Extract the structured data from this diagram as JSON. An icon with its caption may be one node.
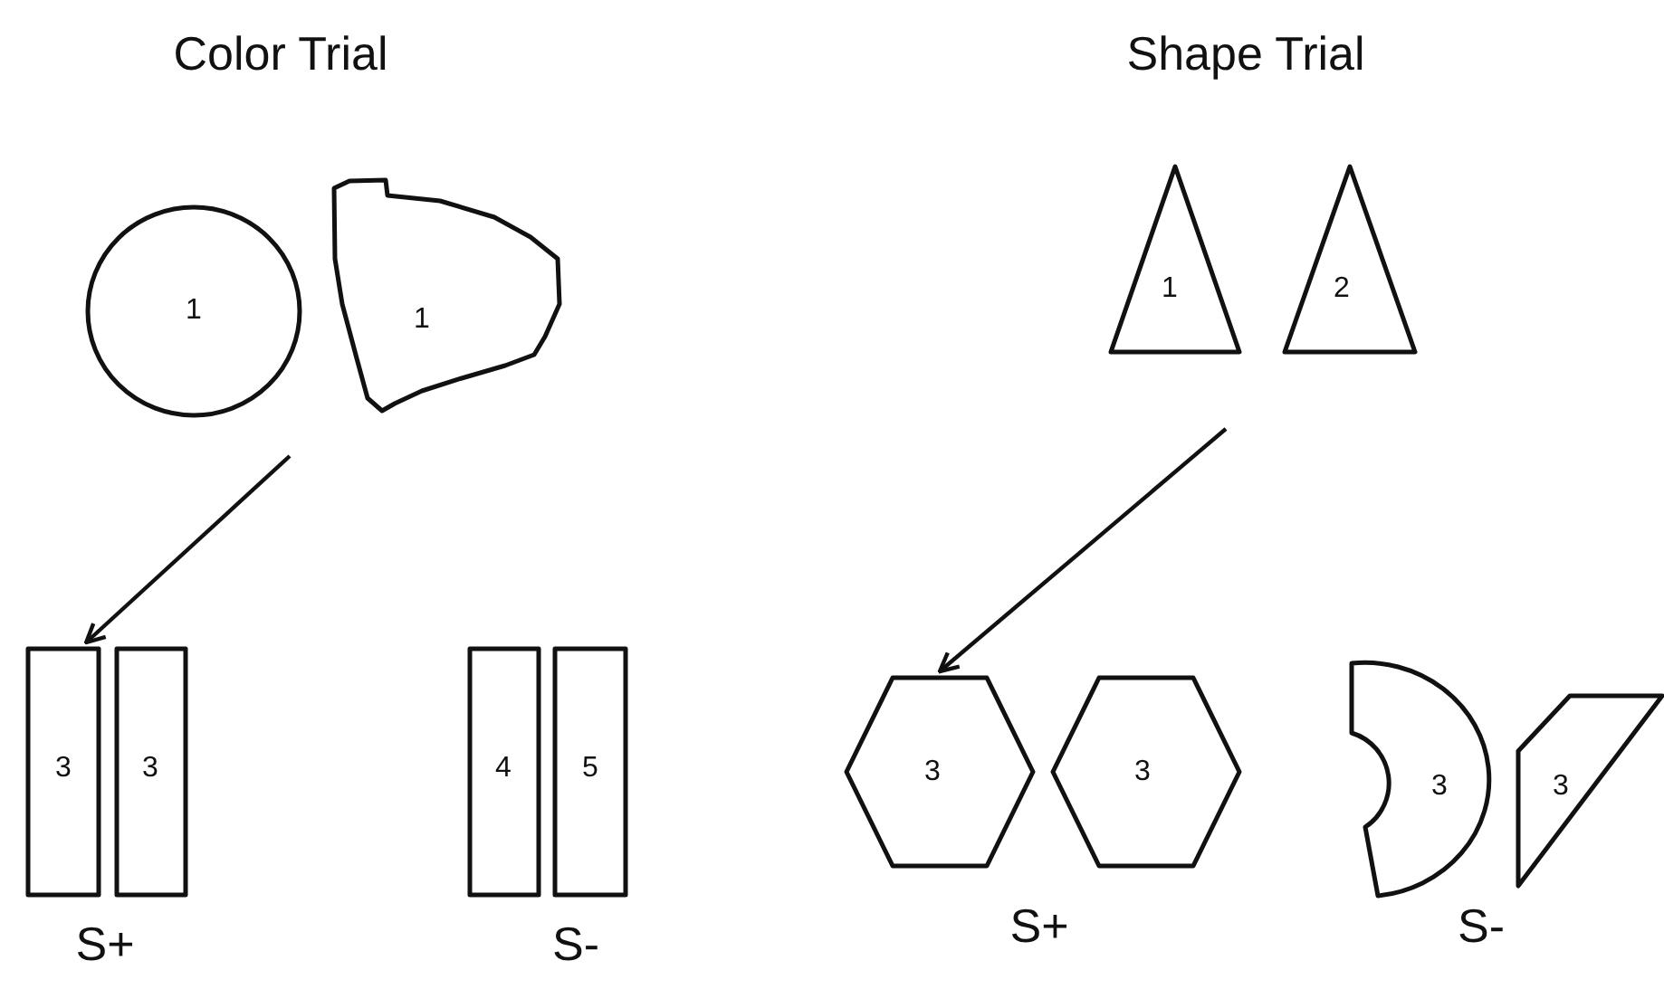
{
  "diagram": {
    "nodes": [
      {
        "text": [
          "1"
        ]
      },
      {
        "text": [
          "1"
        ]
      },
      {
        "text": [
          "1"
        ]
      },
      {
        "text": [
          "2"
        ]
      },
      {
        "text": [
          "3"
        ]
      },
      {
        "text": [
          "3"
        ]
      },
      {
        "text": [
          "4"
        ]
      },
      {
        "text": [
          "5"
        ]
      },
      {
        "text": [
          "3"
        ]
      },
      {
        "text": [
          "3"
        ]
      },
      {
        "text": [
          "3"
        ]
      },
      {
        "text": [
          "3"
        ]
      }
    ],
    "edges": [
      {
        "from": null,
        "to": 4,
        "arrow": "to"
      },
      {
        "from": null,
        "to": 8,
        "arrow": "to"
      }
    ],
    "labels": [
      "Color Trial",
      "Shape Trial",
      "S+",
      "S-",
      "S+",
      "S-"
    ]
  }
}
